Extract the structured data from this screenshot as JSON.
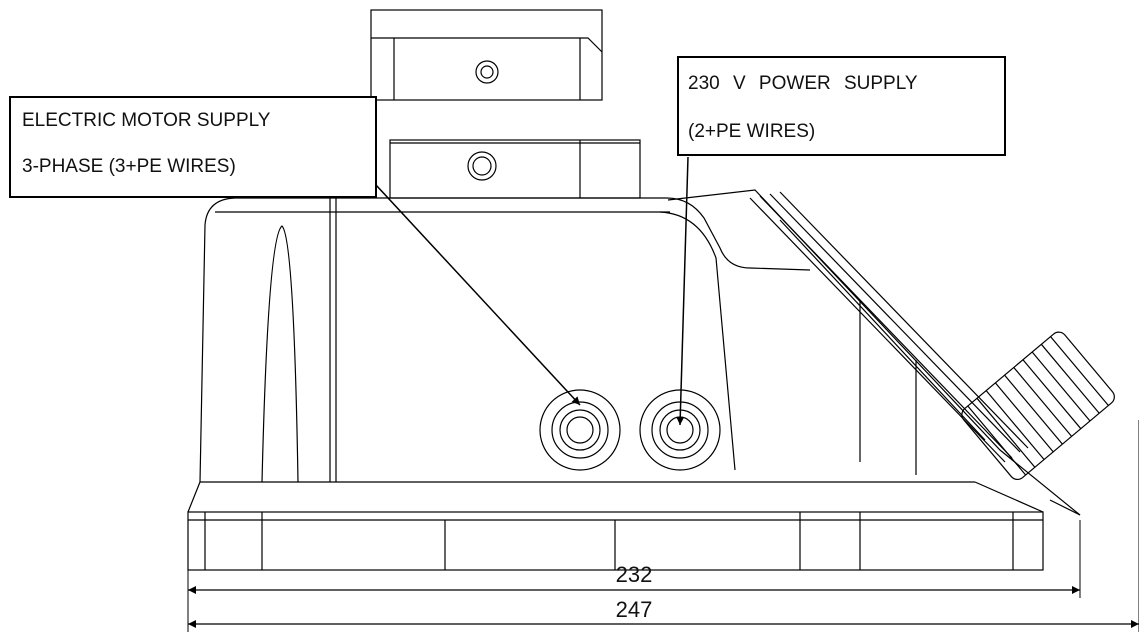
{
  "callouts": {
    "motor_supply": {
      "line1": "ELECTRIC MOTOR SUPPLY",
      "line2": "3-PHASE (3+PE WIRES)"
    },
    "power_supply": {
      "line1": "230 V POWER SUPPLY",
      "line2": "(2+PE WIRES)"
    }
  },
  "dimensions": {
    "inner_width": "232",
    "overall_width": "247"
  },
  "colors": {
    "line": "#000000",
    "background": "#ffffff"
  }
}
